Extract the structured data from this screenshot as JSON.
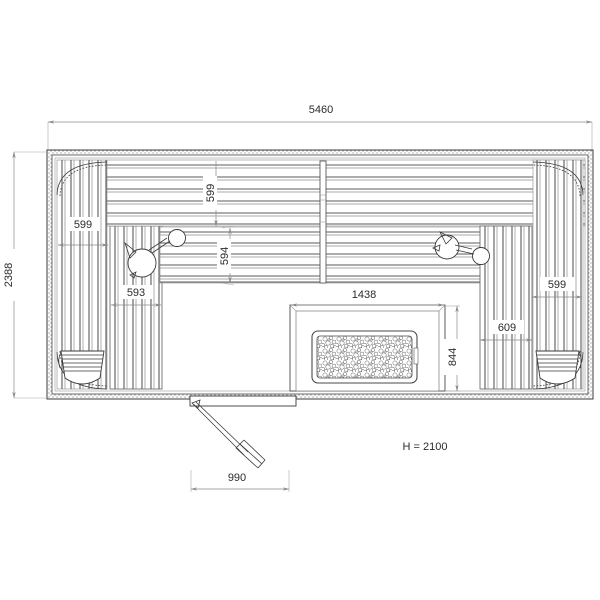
{
  "drawing": {
    "title": "Sauna cabin floor plan",
    "units": "mm",
    "height_note": "H = 2100",
    "background_color": "#ffffff",
    "line_color": "#333333",
    "dimension_color": "#8a8a8a",
    "text_color": "#2b2b2b"
  },
  "dimensions": {
    "overall_width": "5460",
    "overall_depth": "2388",
    "left_bench_upper": "599",
    "left_bench_lower": "593",
    "top_bench_depth": "599",
    "second_bench_depth": "594",
    "stove_width": "1438",
    "stove_depth": "844",
    "right_bench_upper": "599",
    "right_bench_lower": "609",
    "door_width": "990"
  },
  "labels": {
    "overall_width_label": "5460",
    "overall_depth_label": "2388",
    "bench_left_top_label": "599",
    "bench_left_bottom_label": "593",
    "bench_top_label": "599",
    "bench_second_label": "594",
    "stove_width_label": "1438",
    "stove_depth_label": "844",
    "bench_right_top_label": "599",
    "bench_right_bottom_label": "609",
    "door_width_label": "990",
    "height_label": "H = 2100"
  },
  "objects": [
    {
      "name": "left-corner-bucket",
      "type": "bucket"
    },
    {
      "name": "right-corner-bucket",
      "type": "bucket"
    },
    {
      "name": "left-headrest",
      "type": "headrest"
    },
    {
      "name": "right-headrest",
      "type": "headrest"
    },
    {
      "name": "sauna-stove",
      "type": "heater-with-stones"
    },
    {
      "name": "entry-door",
      "type": "swing-door"
    }
  ]
}
